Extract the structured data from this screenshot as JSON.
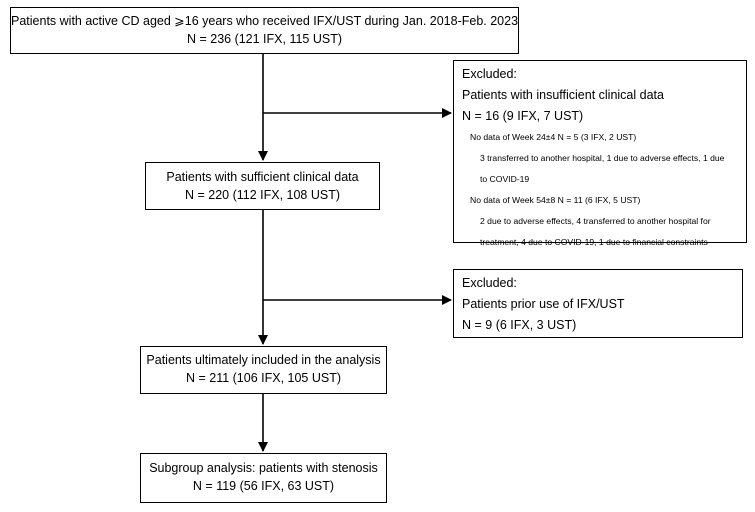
{
  "flowchart": {
    "start": {
      "line1": "Patients with active CD aged ⩾16 years who received IFX/UST during Jan. 2018-Feb. 2023",
      "line2": "N = 236 (121 IFX, 115 UST)"
    },
    "sufficient": {
      "line1": "Patients with sufficient clinical data",
      "line2": "N = 220 (112 IFX, 108 UST)"
    },
    "included": {
      "line1": "Patients ultimately included in the analysis",
      "line2": "N = 211 (106 IFX, 105 UST)"
    },
    "subgroup": {
      "line1": "Subgroup analysis: patients with stenosis",
      "line2": "N = 119 (56 IFX, 63 UST)"
    },
    "excluded_1": {
      "heading": "Excluded:",
      "title": "Patients with insufficient clinical data",
      "count": "N = 16 (9 IFX, 7 UST)",
      "week24": {
        "label": "No data of Week 24±4 N = 5 (3 IFX, 2 UST)",
        "reasons": [
          "3 transferred to another hospital, 1 due to adverse effects, 1 due",
          "to COVID-19"
        ]
      },
      "week54": {
        "label": "No data of Week 54±8 N = 11 (6 IFX, 5 UST)",
        "reasons": [
          "2 due to adverse effects, 4 transferred to another hospital for",
          "treatment, 4 due to COVID-19, 1 due to financial constraints"
        ]
      }
    },
    "excluded_2": {
      "heading": "Excluded:",
      "title": "Patients prior use of IFX/UST",
      "count": "N = 9 (6 IFX, 3 UST)"
    }
  }
}
